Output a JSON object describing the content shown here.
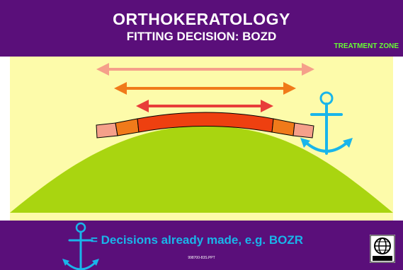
{
  "slide": {
    "title": "ORTHOKERATOLOGY",
    "subtitle": "FITTING DECISION: BOZD",
    "zone_label": "TREATMENT ZONE",
    "caption": "= Decisions already made, e.g. BOZR",
    "code": "998700-83S.PPT"
  },
  "arrows": [
    {
      "name": "arrow-outer",
      "color": "#f5a08a"
    },
    {
      "name": "arrow-middle",
      "color": "#f07a1a"
    },
    {
      "name": "arrow-inner",
      "color": "#e83d3a"
    }
  ],
  "lens": {
    "segments": [
      {
        "name": "lens-periphery-left",
        "color": "#f5a08a"
      },
      {
        "name": "lens-mid-left",
        "color": "#f07a1a"
      },
      {
        "name": "lens-optic-zone",
        "color": "#ee4010"
      },
      {
        "name": "lens-mid-right",
        "color": "#f07a1a"
      },
      {
        "name": "lens-periphery-right",
        "color": "#f5a08a"
      }
    ]
  },
  "colors": {
    "background": "#ffffff",
    "bar": "#5a0f7a",
    "panel": "#fdfbaa",
    "cornea": "#a9d510",
    "anchor": "#19b5ea",
    "zone_label": "#66ff33"
  },
  "icons": {
    "anchor": "anchor-icon",
    "logo": "globe-logo-icon"
  }
}
